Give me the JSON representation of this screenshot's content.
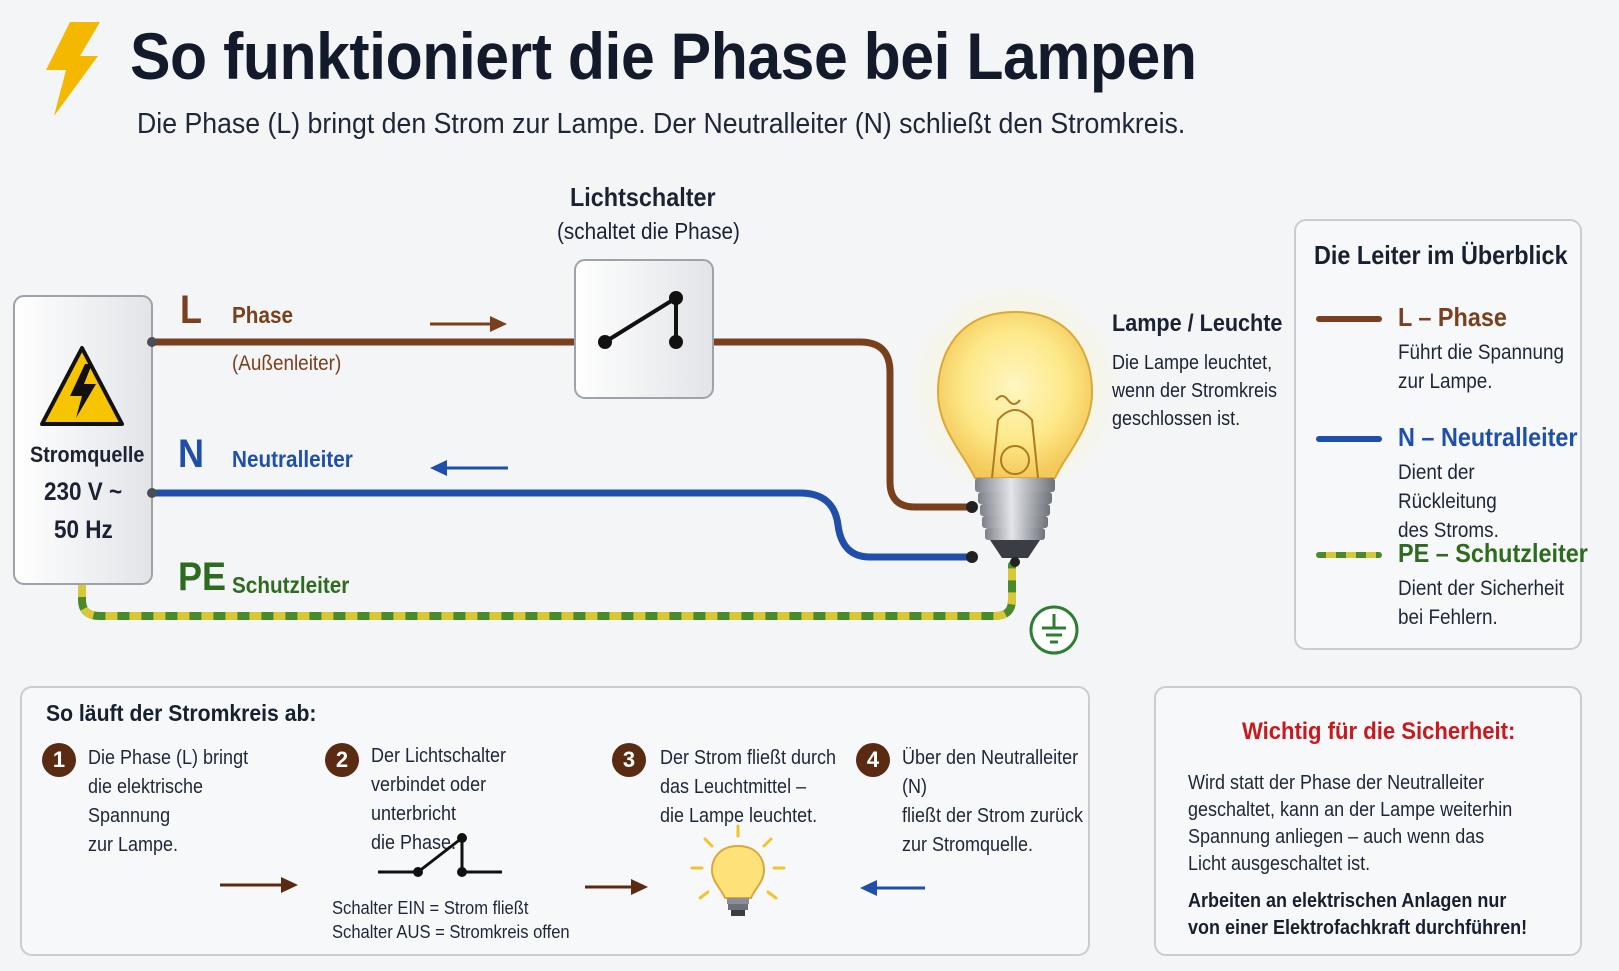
{
  "header": {
    "title": "So funktioniert die Phase bei Lampen",
    "subtitle": "Die Phase (L) bringt den Strom zur Lampe. Der Neutralleiter (N) schließt den Stromkreis."
  },
  "colors": {
    "phase": "#7a3f1d",
    "neutral": "#1f4fa8",
    "earth_green": "#4a8a2a",
    "earth_yellow": "#d8c838",
    "warning_red": "#c8191e",
    "step_badge": "#5b2a12"
  },
  "source": {
    "label": "Stromquelle",
    "voltage": "230 V ~",
    "frequency": "50 Hz",
    "icon": "high-voltage-warning-icon"
  },
  "wires": {
    "phase": {
      "letter": "L",
      "name": "Phase",
      "note": "(Außenleiter)"
    },
    "neutral": {
      "letter": "N",
      "name": "Neutralleiter"
    },
    "earth": {
      "letter": "PE",
      "name": "Schutzleiter",
      "icon": "ground-symbol-icon"
    }
  },
  "switch": {
    "title": "Lichtschalter",
    "subtitle": "(schaltet die Phase)"
  },
  "lamp": {
    "title": "Lampe / Leuchte",
    "lines": [
      "Die Lampe leuchtet,",
      "wenn der Stromkreis",
      "geschlossen ist."
    ]
  },
  "legend": {
    "title": "Die Leiter im Überblick",
    "items": [
      {
        "letter": "L",
        "sep": "–",
        "name": "Phase",
        "desc_lines": [
          "Führt die Spannung",
          "zur Lampe."
        ]
      },
      {
        "letter": "N",
        "sep": "–",
        "name": "Neutralleiter",
        "desc_lines": [
          "Dient der Rückleitung",
          "des Stroms."
        ]
      },
      {
        "letter": "PE",
        "sep": "–",
        "name": "Schutzleiter",
        "desc_lines": [
          "Dient der Sicherheit",
          "bei Fehlern."
        ]
      }
    ]
  },
  "steps": {
    "title": "So läuft der Stromkreis ab:",
    "items": [
      {
        "num": "1",
        "lines": [
          "Die Phase (L) bringt",
          "die elektrische Spannung",
          "zur Lampe."
        ]
      },
      {
        "num": "2",
        "lines": [
          "Der Lichtschalter",
          "verbindet oder unterbricht",
          "die Phase."
        ]
      },
      {
        "num": "3",
        "lines": [
          "Der Strom fließt durch",
          "das Leuchtmittel –",
          "die Lampe leuchtet."
        ]
      },
      {
        "num": "4",
        "lines": [
          "Über den Neutralleiter (N)",
          "fließt der Strom zurück",
          "zur Stromquelle."
        ]
      }
    ],
    "switch_notes": [
      "Schalter EIN = Strom fließt",
      "Schalter AUS = Stromkreis offen"
    ]
  },
  "safety": {
    "title": "Wichtig für die Sicherheit:",
    "lines": [
      "Wird statt der Phase der Neutralleiter",
      "geschaltet, kann an der Lampe weiterhin",
      "Spannung anliegen – auch wenn das",
      "Licht ausgeschaltet ist."
    ],
    "bold_lines": [
      "Arbeiten an elektrischen Anlagen nur",
      "von einer Elektrofachkraft durchführen!"
    ]
  }
}
